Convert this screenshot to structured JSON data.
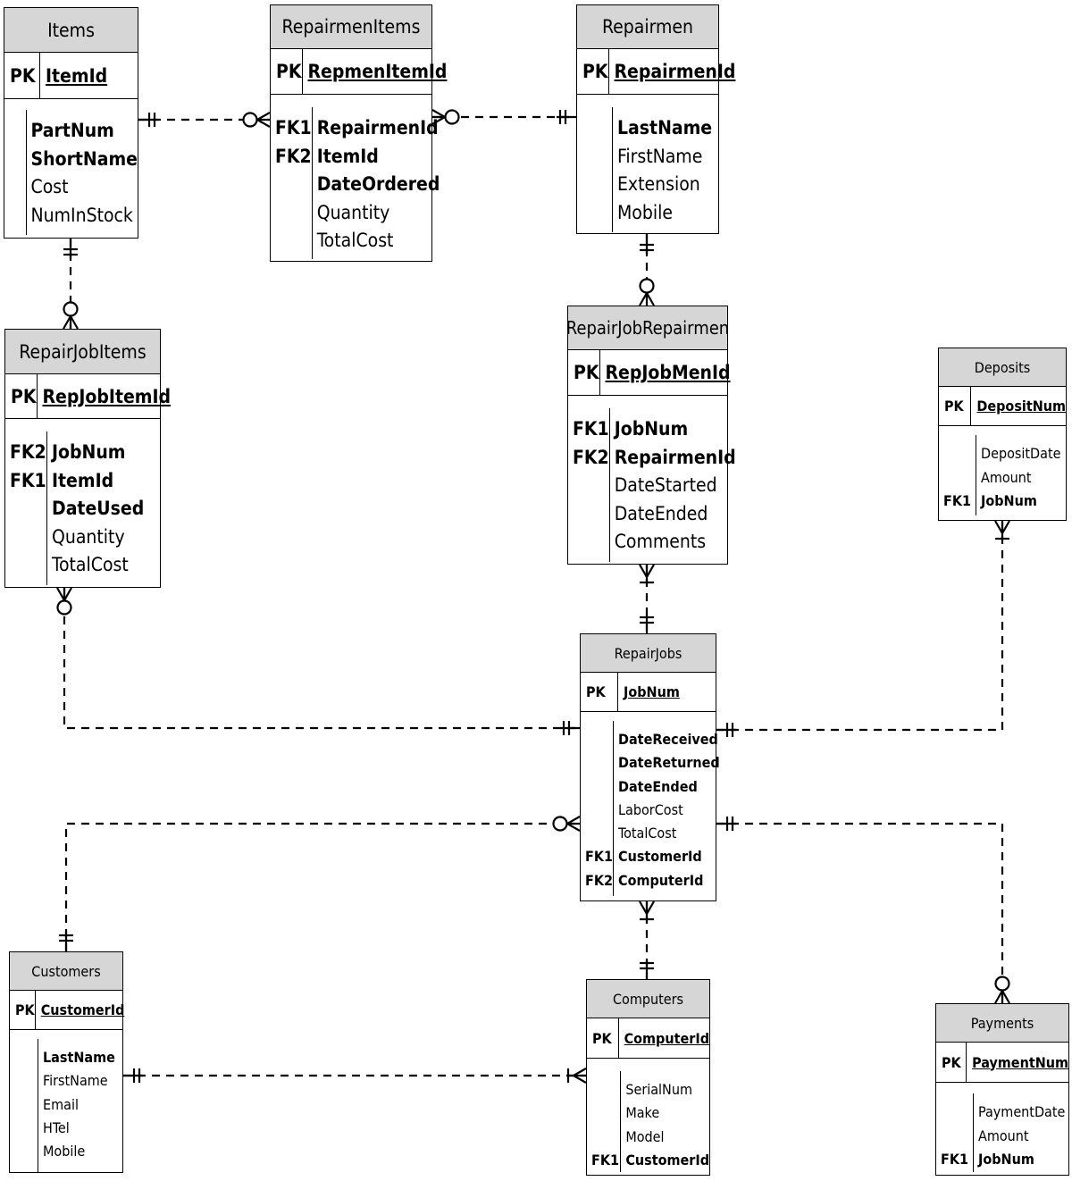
{
  "entities": {
    "items": {
      "title": "Items",
      "pk": {
        "key": "PK",
        "name": "ItemId"
      },
      "keys": [
        "",
        "",
        "",
        ""
      ],
      "attrs": [
        {
          "name": "PartNum",
          "bold": true
        },
        {
          "name": "ShortName",
          "bold": true
        },
        {
          "name": "Cost",
          "bold": false
        },
        {
          "name": "NumInStock",
          "bold": false
        }
      ]
    },
    "repairmen_items": {
      "title": "RepairmenItems",
      "pk": {
        "key": "PK",
        "name": "RepmenItemId"
      },
      "keys": [
        "FK1",
        "FK2",
        "",
        "",
        ""
      ],
      "attrs": [
        {
          "name": "RepairmenId",
          "bold": true
        },
        {
          "name": "ItemId",
          "bold": true
        },
        {
          "name": "DateOrdered",
          "bold": true
        },
        {
          "name": "Quantity",
          "bold": false
        },
        {
          "name": "TotalCost",
          "bold": false
        }
      ]
    },
    "repairmen": {
      "title": "Repairmen",
      "pk": {
        "key": "PK",
        "name": "RepairmenId"
      },
      "keys": [
        "",
        "",
        "",
        ""
      ],
      "attrs": [
        {
          "name": "LastName",
          "bold": true
        },
        {
          "name": "FirstName",
          "bold": false
        },
        {
          "name": "Extension",
          "bold": false
        },
        {
          "name": "Mobile",
          "bold": false
        }
      ]
    },
    "repair_job_items": {
      "title": "RepairJobItems",
      "pk": {
        "key": "PK",
        "name": "RepJobItemId"
      },
      "keys": [
        "FK2",
        "FK1",
        "",
        "",
        ""
      ],
      "attrs": [
        {
          "name": "JobNum",
          "bold": true
        },
        {
          "name": "ItemId",
          "bold": true
        },
        {
          "name": "DateUsed",
          "bold": true
        },
        {
          "name": "Quantity",
          "bold": false
        },
        {
          "name": "TotalCost",
          "bold": false
        }
      ]
    },
    "repair_job_repairmen": {
      "title": "RepairJobRepairmen",
      "pk": {
        "key": "PK",
        "name": "RepJobMenId"
      },
      "keys": [
        "FK1",
        "FK2",
        "",
        "",
        ""
      ],
      "attrs": [
        {
          "name": "JobNum",
          "bold": true
        },
        {
          "name": "RepairmenId",
          "bold": true
        },
        {
          "name": "DateStarted",
          "bold": false
        },
        {
          "name": "DateEnded",
          "bold": false
        },
        {
          "name": "Comments",
          "bold": false
        }
      ]
    },
    "deposits": {
      "title": "Deposits",
      "pk": {
        "key": "PK",
        "name": "DepositNum"
      },
      "keys": [
        "",
        "",
        "FK1"
      ],
      "attrs": [
        {
          "name": "DepositDate",
          "bold": false
        },
        {
          "name": "Amount",
          "bold": false
        },
        {
          "name": "JobNum",
          "bold": true
        }
      ]
    },
    "repair_jobs": {
      "title": "RepairJobs",
      "pk": {
        "key": "PK",
        "name": "JobNum"
      },
      "keys": [
        "",
        "",
        "",
        "",
        "",
        "FK1",
        "FK2"
      ],
      "attrs": [
        {
          "name": "DateReceived",
          "bold": true
        },
        {
          "name": "DateReturned",
          "bold": true
        },
        {
          "name": "DateEnded",
          "bold": true
        },
        {
          "name": "LaborCost",
          "bold": false
        },
        {
          "name": "TotalCost",
          "bold": false
        },
        {
          "name": "CustomerId",
          "bold": true
        },
        {
          "name": "ComputerId",
          "bold": true
        }
      ]
    },
    "customers": {
      "title": "Customers",
      "pk": {
        "key": "PK",
        "name": "CustomerId"
      },
      "keys": [
        "",
        "",
        "",
        "",
        ""
      ],
      "attrs": [
        {
          "name": "LastName",
          "bold": true
        },
        {
          "name": "FirstName",
          "bold": false
        },
        {
          "name": "Email",
          "bold": false
        },
        {
          "name": "HTel",
          "bold": false
        },
        {
          "name": "Mobile",
          "bold": false
        }
      ]
    },
    "computers": {
      "title": "Computers",
      "pk": {
        "key": "PK",
        "name": "ComputerId"
      },
      "keys": [
        "",
        "",
        "",
        "FK1"
      ],
      "attrs": [
        {
          "name": "SerialNum",
          "bold": false
        },
        {
          "name": "Make",
          "bold": false
        },
        {
          "name": "Model",
          "bold": false
        },
        {
          "name": "CustomerId",
          "bold": true
        }
      ]
    },
    "payments": {
      "title": "Payments",
      "pk": {
        "key": "PK",
        "name": "PaymentNum"
      },
      "keys": [
        "",
        "",
        "FK1"
      ],
      "attrs": [
        {
          "name": "PaymentDate",
          "bold": false
        },
        {
          "name": "Amount",
          "bold": false
        },
        {
          "name": "JobNum",
          "bold": true
        }
      ]
    }
  },
  "relationships": [
    {
      "from": "items",
      "to": "repairmen_items",
      "from_end": "one",
      "to_end": "zero-or-many"
    },
    {
      "from": "repairmen",
      "to": "repairmen_items",
      "from_end": "one",
      "to_end": "zero-or-many"
    },
    {
      "from": "items",
      "to": "repair_job_items",
      "from_end": "one",
      "to_end": "zero-or-many"
    },
    {
      "from": "repairmen",
      "to": "repair_job_repairmen",
      "from_end": "one",
      "to_end": "zero-or-many"
    },
    {
      "from": "repair_jobs",
      "to": "repair_job_repairmen",
      "from_end": "one",
      "to_end": "one-or-many"
    },
    {
      "from": "repair_jobs",
      "to": "repair_job_items",
      "from_end": "one",
      "to_end": "zero-or-many"
    },
    {
      "from": "repair_jobs",
      "to": "deposits",
      "from_end": "one",
      "to_end": "one-or-many"
    },
    {
      "from": "customers",
      "to": "repair_jobs",
      "from_end": "one",
      "to_end": "zero-or-many"
    },
    {
      "from": "repair_jobs",
      "to": "payments",
      "from_end": "one",
      "to_end": "zero-or-many"
    },
    {
      "from": "computers",
      "to": "repair_jobs",
      "from_end": "one",
      "to_end": "one-or-many"
    },
    {
      "from": "customers",
      "to": "computers",
      "from_end": "one",
      "to_end": "one-or-many"
    }
  ]
}
